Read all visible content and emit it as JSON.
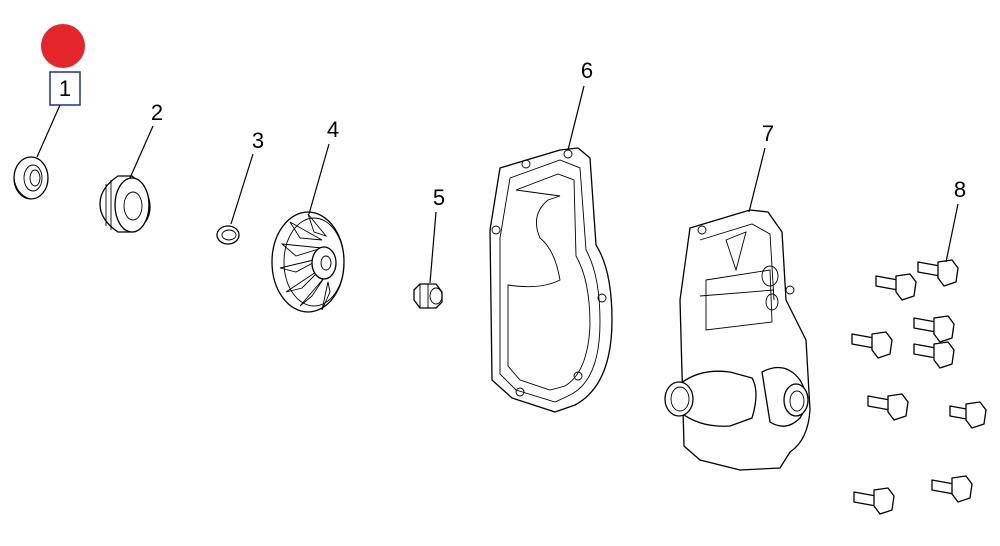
{
  "diagram": {
    "callouts": [
      "1",
      "2",
      "3",
      "4",
      "5",
      "6",
      "7",
      "8"
    ],
    "selected_callout": "1",
    "marker_color": "#e3262b",
    "highlight_box_color": "#1f2fa0"
  }
}
